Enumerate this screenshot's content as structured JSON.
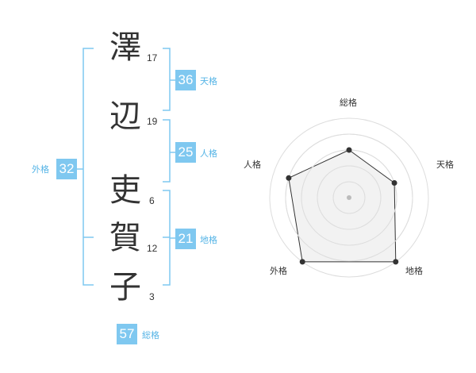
{
  "name_chars": [
    {
      "char": "澤",
      "strokes": "17"
    },
    {
      "char": "辺",
      "strokes": "19"
    },
    {
      "char": "吏",
      "strokes": "6"
    },
    {
      "char": "賀",
      "strokes": "12"
    },
    {
      "char": "子",
      "strokes": "3"
    }
  ],
  "fortune": {
    "tenkaku": {
      "value": "36",
      "label": "天格"
    },
    "jinkaku": {
      "value": "25",
      "label": "人格"
    },
    "chikaku": {
      "value": "21",
      "label": "地格"
    },
    "gaikaku": {
      "value": "32",
      "label": "外格"
    },
    "soukaku": {
      "value": "57",
      "label": "総格"
    }
  },
  "radar": {
    "axes": [
      "総格",
      "天格",
      "地格",
      "外格",
      "人格"
    ],
    "levels": 5,
    "values": [
      3,
      3,
      5,
      5,
      4
    ],
    "max": 5,
    "colors": {
      "grid": "#dddddd",
      "fill": "#eeeeee",
      "line": "#333333",
      "point": "#333333",
      "center": "#bbbbbb"
    }
  },
  "accent_color": "#55b4e6",
  "box_color": "#7fc8f0"
}
